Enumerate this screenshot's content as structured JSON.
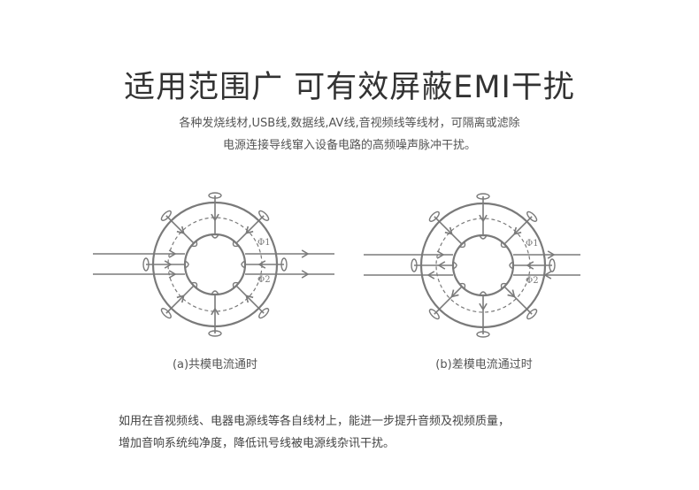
{
  "title": "适用范围广  可有效屏蔽EMI干扰",
  "subtitle_lines": [
    "各种发烧线材,USB线,数据线,AV线,音视频线等线材，可隔离或滤除",
    "电源连接导线窜入设备电路的高频噪声脉冲干扰。"
  ],
  "diagrams": [
    {
      "caption": "(a)共模电流通时",
      "flux_labels": [
        "Φ1",
        "Φ2"
      ],
      "mode": "common"
    },
    {
      "caption": "(b)差模电流通过时",
      "flux_labels": [
        "Φ1",
        "Φ2"
      ],
      "mode": "differential"
    }
  ],
  "body_lines": [
    "如用在音视频线、电器电源线等各自线材上，能进一步提升音频及视频质量，",
    "增加音响系统纯净度，降低讯号线被电源线杂讯干扰。"
  ],
  "colors": {
    "diagram": "#7a7a7a",
    "title": "#333333"
  }
}
